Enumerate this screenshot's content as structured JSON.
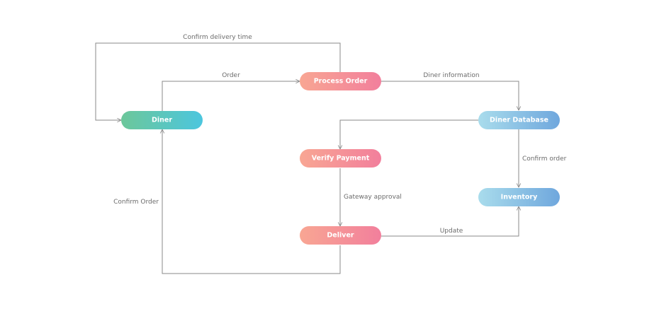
{
  "colors": {
    "edge": "#8a8a8a",
    "edge_label": "#6b6b6b",
    "node_text": "#ffffff",
    "green_teal": [
      "#6cc79a",
      "#4cc6de"
    ],
    "coral_pink": [
      "#f8a693",
      "#f27f9c"
    ],
    "light_blue": [
      "#a9dcec",
      "#6fa7dd"
    ]
  },
  "nodes": [
    {
      "id": "diner",
      "label": "Diner",
      "gradient": "green_teal"
    },
    {
      "id": "process-order",
      "label": "Process Order",
      "gradient": "coral_pink"
    },
    {
      "id": "diner-database",
      "label": "Diner Database",
      "gradient": "light_blue"
    },
    {
      "id": "verify-payment",
      "label": "Verify Payment",
      "gradient": "coral_pink"
    },
    {
      "id": "inventory",
      "label": "Inventory",
      "gradient": "light_blue"
    },
    {
      "id": "deliver",
      "label": "Deliver",
      "gradient": "coral_pink"
    }
  ],
  "edges": [
    {
      "id": "confirm-delivery-time",
      "from": "process-order",
      "to": "diner",
      "label": "Confirm delivery time"
    },
    {
      "id": "order",
      "from": "diner",
      "to": "process-order",
      "label": "Order"
    },
    {
      "id": "diner-information",
      "from": "process-order",
      "to": "diner-database",
      "label": "Diner information"
    },
    {
      "id": "database-to-verify",
      "from": "diner-database",
      "to": "verify-payment",
      "label": ""
    },
    {
      "id": "confirm-order-db",
      "from": "diner-database",
      "to": "inventory",
      "label": "Confirm order"
    },
    {
      "id": "gateway-approval",
      "from": "verify-payment",
      "to": "deliver",
      "label": "Gateway approval"
    },
    {
      "id": "update",
      "from": "deliver",
      "to": "inventory",
      "label": "Update"
    },
    {
      "id": "confirm-order-diner",
      "from": "deliver",
      "to": "diner",
      "label": "Confirm Order"
    }
  ]
}
